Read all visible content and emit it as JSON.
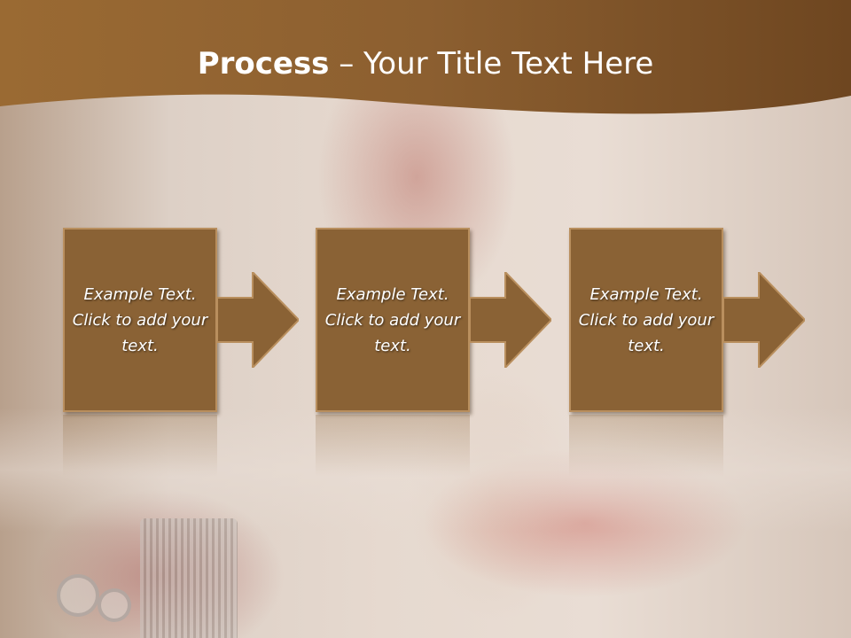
{
  "slide": {
    "title_bold": "Process",
    "title_rest": " – Your Title Text Here"
  },
  "steps": [
    {
      "text": "Example Text. Click  to add your text."
    },
    {
      "text": "Example Text. Click  to add your text."
    },
    {
      "text": "Example Text. Click  to add your text."
    }
  ],
  "colors": {
    "header": "#7b5225",
    "box": "#8a6235",
    "arrow": "#8a6235",
    "text": "#ffffff"
  }
}
